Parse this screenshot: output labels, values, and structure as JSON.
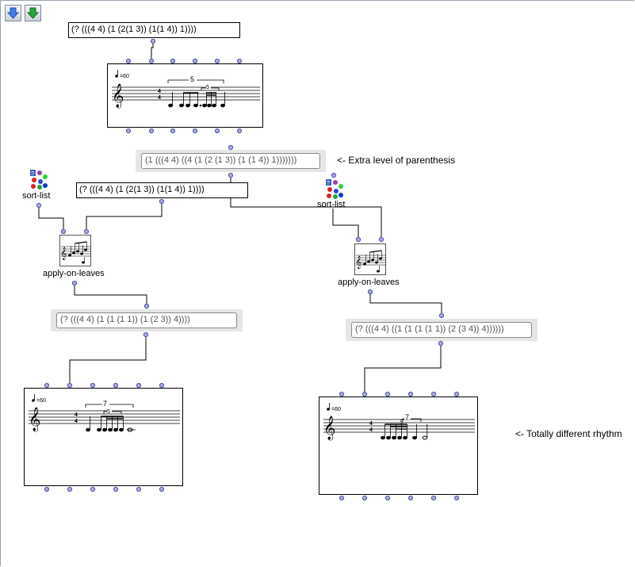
{
  "toolbar": {
    "blue_arrow_icon": "arrow-down-blue-icon",
    "green_arrow_icon": "arrow-down-green-icon"
  },
  "boxes": {
    "input_rhythm": "(? (((4 4) (1 (2(1 3)) (1(1 4)) 1))))",
    "extra_paren": "(1 (((4 4) ((4 (1 (2 (1 3)) (1 (1 4)) 1)))))))",
    "middle_rhythm": "(? (((4 4) (1 (2(1 3)) (1(1 4)) 1))))",
    "left_result": "(? (((4 4) (1 (1 (1 1)) (1 (2 3)) 4))))",
    "right_result": "(? (((4 4) ((1 (1 (1 (1 1)) (2 (3 4)) 4))))))"
  },
  "labels": {
    "sort_list_left": "sort-list",
    "sort_list_right": "sort-list",
    "apply_left": "apply-on-leaves",
    "apply_right": "apply-on-leaves"
  },
  "comments": {
    "extra_paren": "<-  Extra level of parenthesis",
    "different_rhythm": "<-  Totally different rhythm"
  },
  "scores": {
    "top": {
      "tempo": "=60",
      "time_sig_top": "4",
      "time_sig_bottom": "4",
      "tuplet": "5",
      "inner_tuplet": "5"
    },
    "bottom_left": {
      "tempo": "=60",
      "time_sig_top": "4",
      "time_sig_bottom": "4",
      "tuplet": "7",
      "inner_tuplet": "5"
    },
    "bottom_right": {
      "tempo": "=60",
      "time_sig_top": "4",
      "time_sig_bottom": "4",
      "tuplet": "7",
      "inner_tuplet": "5"
    }
  },
  "colors": {
    "inlet": "#9fa6dc",
    "inlet_border": "#4a50a0",
    "gray_box": "#e6e6e6"
  }
}
